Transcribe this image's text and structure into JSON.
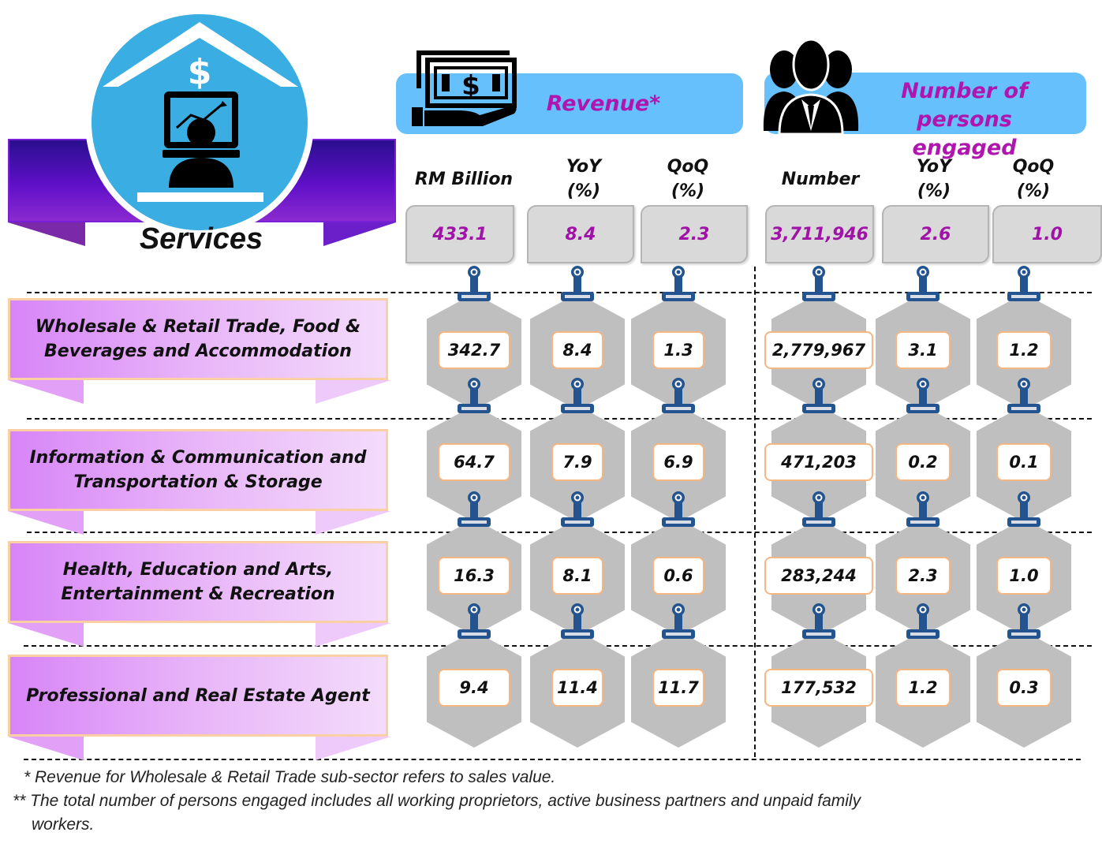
{
  "title": "Services",
  "colors": {
    "accent_text": "#a012a8",
    "banner": "#66c0fc",
    "clip": "#24548f",
    "hexagon": "#bfbfbf"
  },
  "revenue": {
    "header": "Revenue*",
    "icon": "money-in-hand-icon",
    "columns": [
      "RM Billion",
      "YoY\n(%)",
      "QoQ\n(%)"
    ],
    "col_labels": [
      {
        "l1": "RM Billion",
        "l2": ""
      },
      {
        "l1": "YoY",
        "l2": "(%)"
      },
      {
        "l1": "QoQ",
        "l2": "(%)"
      }
    ],
    "totals": [
      "433.1",
      "8.4",
      "2.3"
    ]
  },
  "persons": {
    "header_line1": "Number of persons",
    "header_line2": "engaged",
    "icon": "group-of-people-icon",
    "col_labels": [
      {
        "l1": "Number",
        "l2": ""
      },
      {
        "l1": "YoY",
        "l2": "(%)"
      },
      {
        "l1": "QoQ",
        "l2": "(%)"
      }
    ],
    "totals": [
      "3,711,946",
      "2.6",
      "1.0"
    ]
  },
  "sectors": [
    {
      "name_line1": "Wholesale & Retail Trade, Food &",
      "name_line2": "Beverages and Accommodation",
      "revenue": [
        "342.7",
        "8.4",
        "1.3"
      ],
      "persons": [
        "2,779,967",
        "3.1",
        "1.2"
      ]
    },
    {
      "name_line1": "Information & Communication and",
      "name_line2": "Transportation & Storage",
      "revenue": [
        "64.7",
        "7.9",
        "6.9"
      ],
      "persons": [
        "471,203",
        "0.2",
        "0.1"
      ]
    },
    {
      "name_line1": "Health, Education and Arts,",
      "name_line2": "Entertainment & Recreation",
      "revenue": [
        "16.3",
        "8.1",
        "0.6"
      ],
      "persons": [
        "283,244",
        "2.3",
        "1.0"
      ]
    },
    {
      "name_line1": "Professional and Real Estate Agent",
      "name_line2": "",
      "revenue": [
        "9.4",
        "11.4",
        "11.7"
      ],
      "persons": [
        "177,532",
        "1.2",
        "0.3"
      ]
    }
  ],
  "footnotes": [
    "* Revenue for Wholesale & Retail Trade sub-sector refers to sales value.",
    "** The total number of persons engaged includes all  working proprietors, active business partners and unpaid family",
    "workers."
  ]
}
